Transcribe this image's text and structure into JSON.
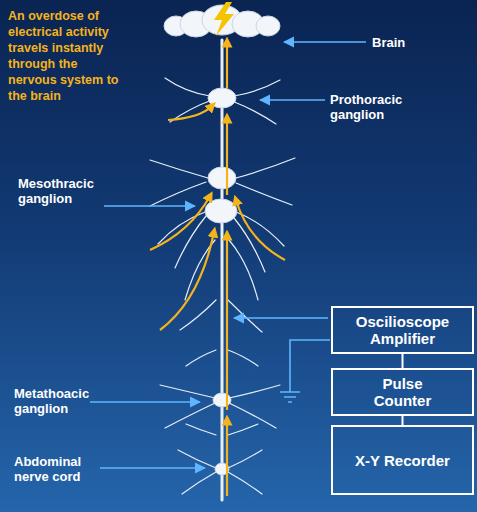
{
  "diagram": {
    "nodes": [
      {
        "text": [
          "Oscilioscope Amplifier"
        ]
      },
      {
        "text": [
          "Pulse Counter"
        ]
      },
      {
        "text": [
          "X-Y Recorder"
        ]
      }
    ],
    "edges": [
      {
        "from": 0,
        "to": 1,
        "arrow": "none"
      },
      {
        "from": 1,
        "to": 2,
        "arrow": "none"
      }
    ],
    "labels": [
      "An overdose of electrical activity travels instantly through the nervous system to the brain",
      "Brain",
      "Prothoracic ganglion",
      "Mesothracic ganglion",
      "Metathoacic ganglion",
      "Abdominal nerve cord"
    ]
  }
}
